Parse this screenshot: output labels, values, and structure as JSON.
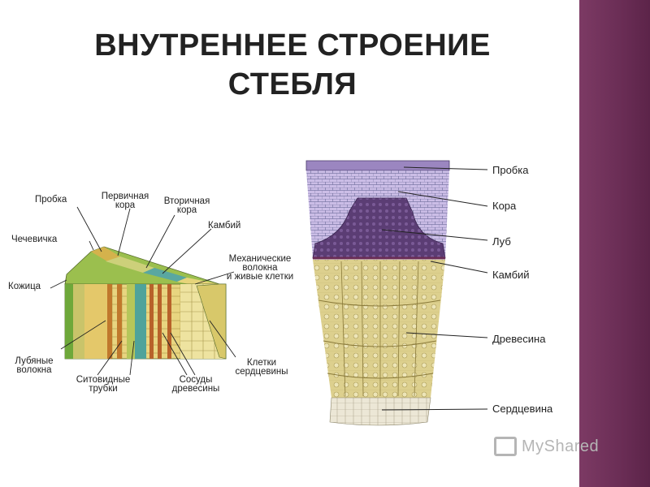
{
  "title": {
    "line1": "ВНУТРЕННЕЕ СТРОЕНИЕ",
    "line2": "СТЕБЛЯ"
  },
  "left_diagram": {
    "labels": {
      "probka": "Пробка",
      "pervichnaya_1": "Первичная",
      "pervichnaya_2": "кора",
      "vtorichnaya_1": "Вторичная",
      "vtorichnaya_2": "кора",
      "kambiy": "Камбий",
      "chechevichka": "Чечевичка",
      "mekh_1": "Механические",
      "mekh_2": "волокна",
      "mekh_3": "и живые клетки",
      "kozhitsa": "Кожица",
      "lub_1": "Лубяные",
      "lub_2": "волокна",
      "sito_1": "Ситовидные",
      "sito_2": "трубки",
      "sosudy_1": "Сосуды",
      "sosudy_2": "древесины",
      "kletki_1": "Клетки",
      "kletki_2": "сердцевины"
    }
  },
  "right_diagram": {
    "labels": {
      "probka": "Пробка",
      "kora": "Кора",
      "lub": "Луб",
      "kambiy": "Камбий",
      "drevesina": "Древесина",
      "serdtsevina": "Сердцевина"
    }
  },
  "watermark": {
    "text": "MyShared"
  },
  "colors": {
    "side_band": "#6a2d55",
    "cortex": "#c8b6e2",
    "phloem": "#6e4e86",
    "wood": "#d8cb86",
    "cambium": "#6a2d55"
  }
}
